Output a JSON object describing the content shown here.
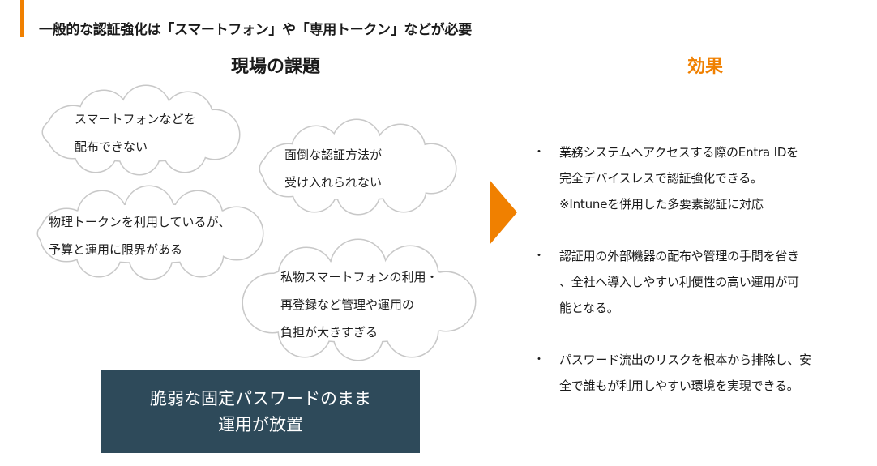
{
  "colors": {
    "accent": "#f08000",
    "dark_box": "#2e4a5a",
    "cloud_stroke": "#c8c8c8",
    "cloud_fill": "#ffffff"
  },
  "header": {
    "text": "一般的な認証強化は「スマートフォン」や「専用トークン」などが必要"
  },
  "left": {
    "title": "現場の課題",
    "clouds": [
      {
        "lines": [
          "スマートフォンなどを",
          "配布できない"
        ]
      },
      {
        "lines": [
          "面倒な認証方法が",
          "受け入れられない"
        ]
      },
      {
        "lines": [
          "物理トークンを利用しているが、",
          "予算と運用に限界がある"
        ]
      },
      {
        "lines": [
          "私物スマートフォンの利用・",
          "再登録など管理や運用の",
          "負担が大きすぎる"
        ]
      }
    ],
    "problem_box": {
      "lines": [
        "脆弱な固定パスワードのまま",
        "運用が放置"
      ]
    }
  },
  "right": {
    "title": "効果",
    "bullet_symbol": "・",
    "effects": [
      {
        "lines": [
          "業務システムへアクセスする際のEntra IDを",
          "完全デバイスレスで認証強化できる。",
          "※Intuneを併用した多要素認証に対応"
        ]
      },
      {
        "lines": [
          "認証用の外部機器の配布や管理の手間を省き",
          "、全社へ導入しやすい利便性の高い運用が可",
          "能となる。"
        ]
      },
      {
        "lines": [
          "パスワード流出のリスクを根本から排除し、安",
          "全で誰もが利用しやすい環境を実現できる。"
        ]
      }
    ]
  }
}
